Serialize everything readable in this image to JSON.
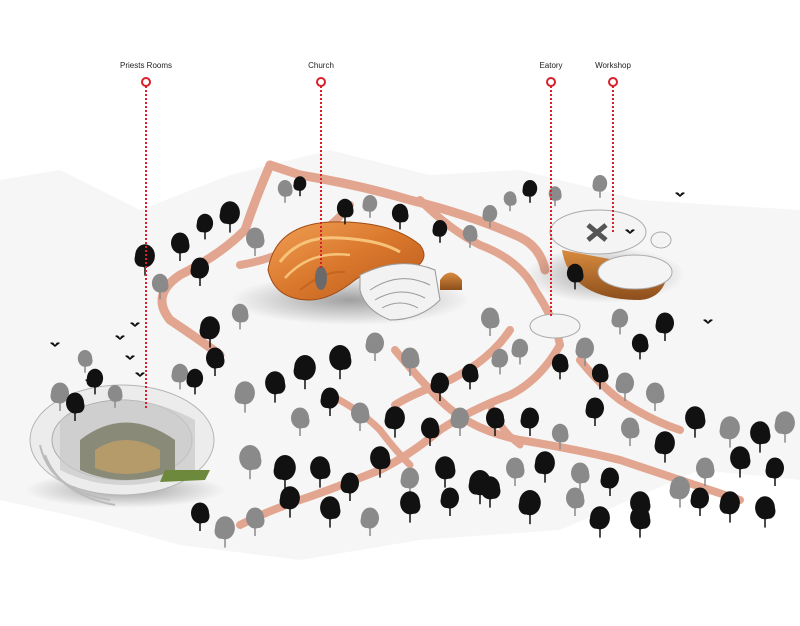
{
  "labels": {
    "priests_rooms": "Priests Rooms",
    "church": "Church",
    "eatory": "Eatory",
    "workshop": "Workshop"
  },
  "colors": {
    "leader_line": "#d9202a",
    "path": "#e2a690",
    "church_shell": "#e38a3d",
    "tree_dark": "#111111",
    "tree_grey": "#8a8a8a",
    "bird": "#111111"
  }
}
